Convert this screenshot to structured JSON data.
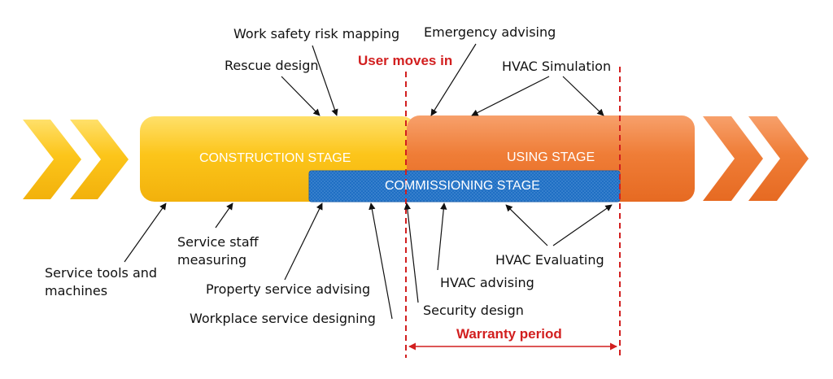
{
  "stages": {
    "construction": "CONSTRUCTION STAGE",
    "using": "USING STAGE",
    "commissioning": "COMMISSIONING STAGE"
  },
  "markers": {
    "user_moves_in": "User moves in",
    "warranty_period": "Warranty period"
  },
  "labels_top": {
    "work_safety": "Work safety risk mapping",
    "rescue_design": "Rescue design",
    "emergency_advising": "Emergency advising",
    "hvac_simulation": "HVAC Simulation"
  },
  "labels_bottom": {
    "service_tools_line1": "Service tools and",
    "service_tools_line2": "machines",
    "service_staff_line1": "Service staff",
    "service_staff_line2": "measuring",
    "property_service": "Property service advising",
    "workplace_service": "Workplace service designing",
    "security_design": "Security design",
    "hvac_advising": "HVAC advising",
    "hvac_evaluating": "HVAC Evaluating"
  },
  "colors": {
    "construction": "#f9c21a",
    "using": "#ef7d37",
    "commissioning": "#1f6fc4",
    "marker_red": "#d21f1f"
  }
}
